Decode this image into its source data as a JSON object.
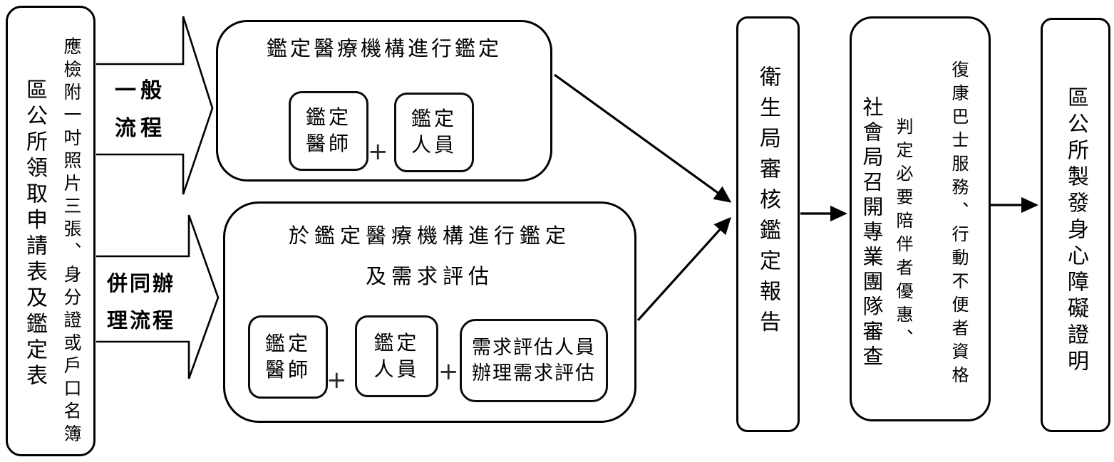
{
  "colors": {
    "stroke": "#000000",
    "background": "#ffffff"
  },
  "symbols": {
    "plus": "+"
  },
  "nodes": {
    "intake": {
      "title": "區公所領取申請表及鑑定表",
      "note": "應檢附一吋照片三張、身分證或戶口名簿"
    },
    "general_process": {
      "label_line1": "一般",
      "label_line2": "流程",
      "box_title": "鑑定醫療機構進行鑑定",
      "members": [
        {
          "line1": "鑑定",
          "line2": "醫師"
        },
        {
          "line1": "鑑定",
          "line2": "人員"
        }
      ]
    },
    "combined_process": {
      "label_line1": "併同辦",
      "label_line2": "理流程",
      "box_title_line1": "於鑑定醫療機構進行鑑定",
      "box_title_line2": "及需求評估",
      "members": [
        {
          "line1": "鑑定",
          "line2": "醫師"
        },
        {
          "line1": "鑑定",
          "line2": "人員"
        },
        {
          "line1": "需求評估人員",
          "line2": "辦理需求評估"
        }
      ]
    },
    "health_bureau": {
      "title": "衛生局審核鑑定報告"
    },
    "social_bureau": {
      "title": "社會局召開專業團隊審查",
      "note_col1": "復康巴士服務、行動不便者資格",
      "note_col2": "判定必要陪伴者優惠、"
    },
    "certificate": {
      "title": "區公所製發身心障礙證明"
    }
  }
}
